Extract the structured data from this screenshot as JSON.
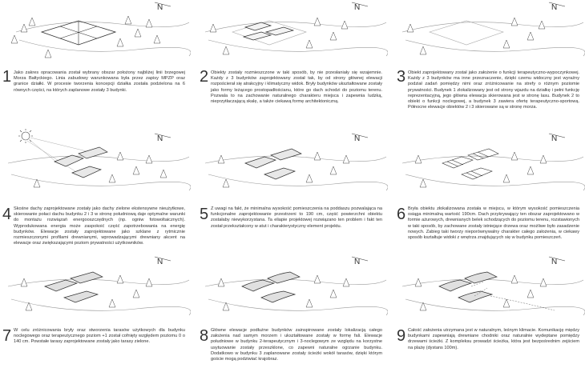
{
  "north_label": "N",
  "panels": [
    {
      "number": "1",
      "text": "Jako zakres opracowania został wybrany obszar położony najbliżej linii brzegowej Morza Bałtyckiego. Linia zabudowy warunkowana była przez zapisy MPZP oraz granice działki. W procesie tworzenia koncepcji działka została podzielona na 6 równych części, na których zaplanowe zostały 3 budynki."
    },
    {
      "number": "2",
      "text": "Obiekty zostały rozmieszczone w taki sposób, by nie przesłaniały się wzajemnie. Każdy z 3 budynków zaprojektowany został tak, by od strony głównej elewacji rozpościerał się atrakcyjny i klimatyczny widok. Bryły budynków ukształtowane zostały jako formy leżącego prostopadłościanu, które go dach schodzi do poziomu terenu. Pozwala to na zachowanie naturalnego charakteru miejsca i zapewnia ludzką, nieprzytłaczającą skalę, a także ciekawą formę architektoniczną."
    },
    {
      "number": "3",
      "text": "Obiekt zaprojektowany został jako założenie o funkcji terapeutyczno-wypoczynkowej. Każdy z 3 budynków ma inne przeznaczenie, dzięki czemu widoczny jest wyraźny podział zadań pomiędzy nimi oraz zróżnicowanie na strefy o różnym poziomie prywatności. Budynek 1 zlokalizowany jest od strony wjazdu na działkę i pełni funkcję reprezentacyjną, jego główna elewacja skierowana jest w stronę lasu. Budynek 2 to obiekt o funkcji noclegowej, a budynek 3 zawiera ofertę terapeutyczno-sportową. Północne elewacje obiektów 2 i 3 skierowane są w stronę morza."
    },
    {
      "number": "4",
      "text": "Skośne dachy zaprojektowane zostały jako dachy zielone ekstensywne nieużytkowe, skierowanie połaci dachu budynku 2 i 3 w stronę południową daje optymalne warunki do montażu rozwiązań energooszczędnych (np. ogniw fotowoltaicznych). Wyprodukowana energia może zaspokoić część zapotrzebowania na energię budynków. Elewacje zostały zaprojektowane jako szklane z rytmicznie rozmieszczonymi profilami drewnianymi, wprowadzającymi drewniany akcent na elewacje oraz zwiększającymi poziom prywatności użytkowników."
    },
    {
      "number": "5",
      "text": "Z uwagi na fakt, że minimalna wysokość pomieszczenia na poddaszu pozwalająca na funkcjonalne zaprojektowanie przestrzeni to 190 cm, część powierzchni obiektu zostałaby niewykorzystana. Ta eliapie projektowej rozwiązano ten problem i fakt ten został przekształcony w atut i charakterystyczny element projektu."
    },
    {
      "number": "6",
      "text": "Bryła obiektu złokalizowana została w miejscu, w którym wysokość pomieszczenia osiąga minimalną wartość 190cm. Dach przykrywający ten obszar zaprojektowano w formie ażurowych, drewnianych belek schodzących do poziomu terenu, rozstawionych w taki sposób, by zachowane zostały istniejące drzewa oraz możliwe było zasadzenie nowych. Zabieg taki tworzy nieporównywalny charakter całego założenia, w ciekawy sposób kształtuje widoki z wnętrza znajdujących się w budynku pomieszczeń."
    },
    {
      "number": "7",
      "text": "W celu zróżnicowania bryły oraz stworzenia tarasów użytkowych dla budynku noclegowego oraz terapeutycznego poziom +1 został cofnięty względem poziomu 0 o 140 cm. Powstałe tarasy zaprojektowane zostały jako tarasy zielone."
    },
    {
      "number": "8",
      "text": "Główne elewacje podłużne budynków zainspirowane zostały lokalizacją całego założenia nad samym morzem i ukształtowane zostały w formę fali. Elewacje południowe w budynku 2-terapeutycznym i 3-noclegowym ze względu na korzystne usytuowanie zostały przeszklone, co zapewni naturalne ogrzanie budynku. Dodatkowo w budynku 3 zaplanowane zostały ścieżki wokół tarasów, dzięki którym goście mogą podziwiać krajobraz."
    },
    {
      "number": "9",
      "text": "Całość założenia utrzymana jest w naturalnym, leśnym klimacie. Komunikację między budynkami zapewniają drewniane chodniki oraz naturalnie wydeptane pomiędzy drzewami ścieżki. Z kompleksu prowadzi ścieżka, która jest bezpośrednim zejściem na plażę (dystans 100m)."
    }
  ]
}
